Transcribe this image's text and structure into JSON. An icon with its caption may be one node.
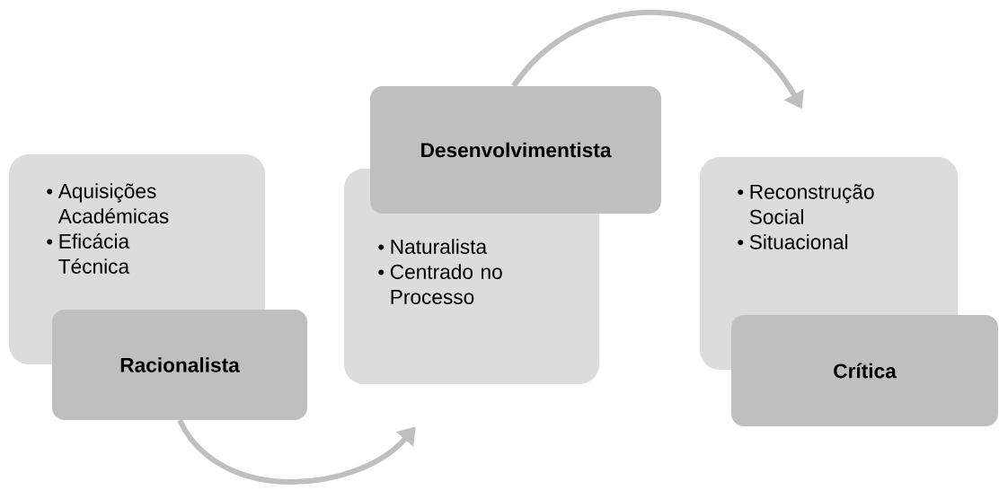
{
  "diagram": {
    "nodes": [
      {
        "text": [
          "Aquisições Académicas",
          "Eficácia Técnica"
        ]
      },
      {
        "text": [
          "Racionalista"
        ]
      },
      {
        "text": [
          "Desenvolvimentista"
        ]
      },
      {
        "text": [
          "Naturalista",
          "Centrado no Processo"
        ]
      },
      {
        "text": [
          "Reconstrução Social",
          "Situacional"
        ]
      },
      {
        "text": [
          "Crítica"
        ]
      }
    ],
    "edges": [
      {
        "from": 1,
        "to": 3,
        "arrow": "to"
      },
      {
        "from": 2,
        "to": 4,
        "arrow": "to"
      }
    ]
  }
}
